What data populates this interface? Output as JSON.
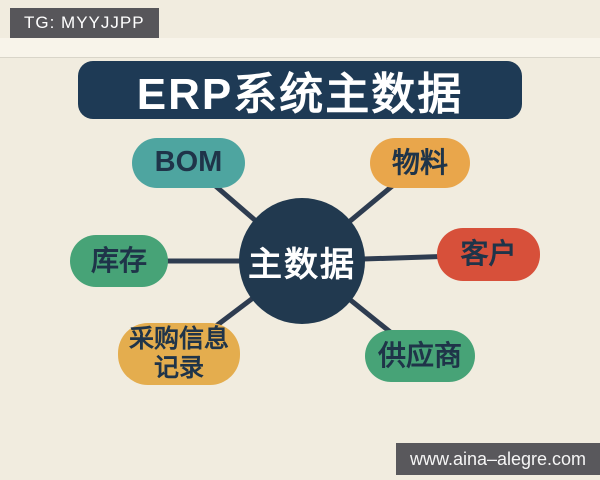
{
  "watermarks": {
    "tg_label": "TG: MYYJJPP",
    "site_label": "www.aina–alegre.com"
  },
  "diagram": {
    "title": "ERP系统主数据",
    "center": {
      "label": "主数据"
    },
    "nodes": [
      {
        "id": "bom",
        "label": "BOM",
        "color": "#4ea5a0"
      },
      {
        "id": "material",
        "label": "物料",
        "color": "#e9a64b"
      },
      {
        "id": "inventory",
        "label": "库存",
        "color": "#47a377"
      },
      {
        "id": "customer",
        "label": "客户",
        "color": "#d7503a"
      },
      {
        "id": "purchase-info-record",
        "label_line1": "采购信息",
        "label_line2": "记录",
        "color": "#e4ad4e"
      },
      {
        "id": "supplier",
        "label": "供应商",
        "color": "#47a377"
      }
    ],
    "palette": {
      "background": "#f1ecdf",
      "navy_title": "#1e3a55",
      "navy_circle": "#21394f",
      "connector": "#2e3c50",
      "node_text": "#1f3449",
      "banner_gray": "#57565a"
    }
  }
}
